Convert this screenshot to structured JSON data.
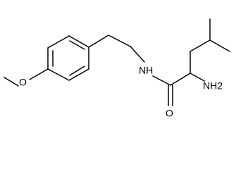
{
  "molecule": {
    "atom_labels": {
      "methoxy_oxygen": "O",
      "amide_nitrogen": "NH",
      "carbonyl_oxygen": "O",
      "amine": "NH2"
    }
  },
  "colors": {
    "bond": "#000000",
    "text": "#000000",
    "background": "#ffffff"
  }
}
